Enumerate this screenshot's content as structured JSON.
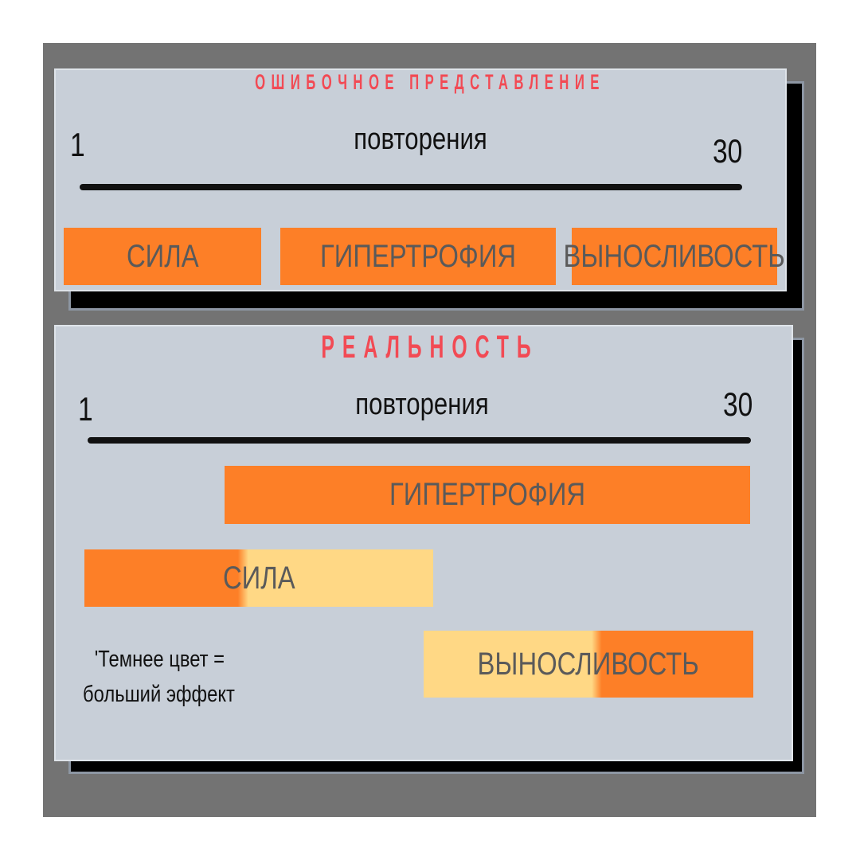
{
  "colors": {
    "background": "#737373",
    "panel": "#c8cfd8",
    "heading": "#f24a54",
    "bar_dark": "#fd7f27",
    "bar_light": "#ffd885",
    "bar_text": "#5a5a5a"
  },
  "misconception": {
    "title": "Ошибочное представление",
    "range_min": "1",
    "range_max": "30",
    "axis_label": "повторения",
    "bars": {
      "strength": "СИЛА",
      "hypertrophy": "ГИПЕРТРОФИЯ",
      "endurance": "ВЫНОСЛИВОСТЬ"
    }
  },
  "reality": {
    "title": "Реальность",
    "range_min": "1",
    "range_max": "30",
    "axis_label": "повторения",
    "bars": {
      "hypertrophy": "ГИПЕРТРОФИЯ",
      "strength": "СИЛА",
      "endurance": "ВЫНОСЛИВОСТЬ"
    },
    "note_line1": "'Темнее цвет =",
    "note_line2": "больший эффект"
  }
}
